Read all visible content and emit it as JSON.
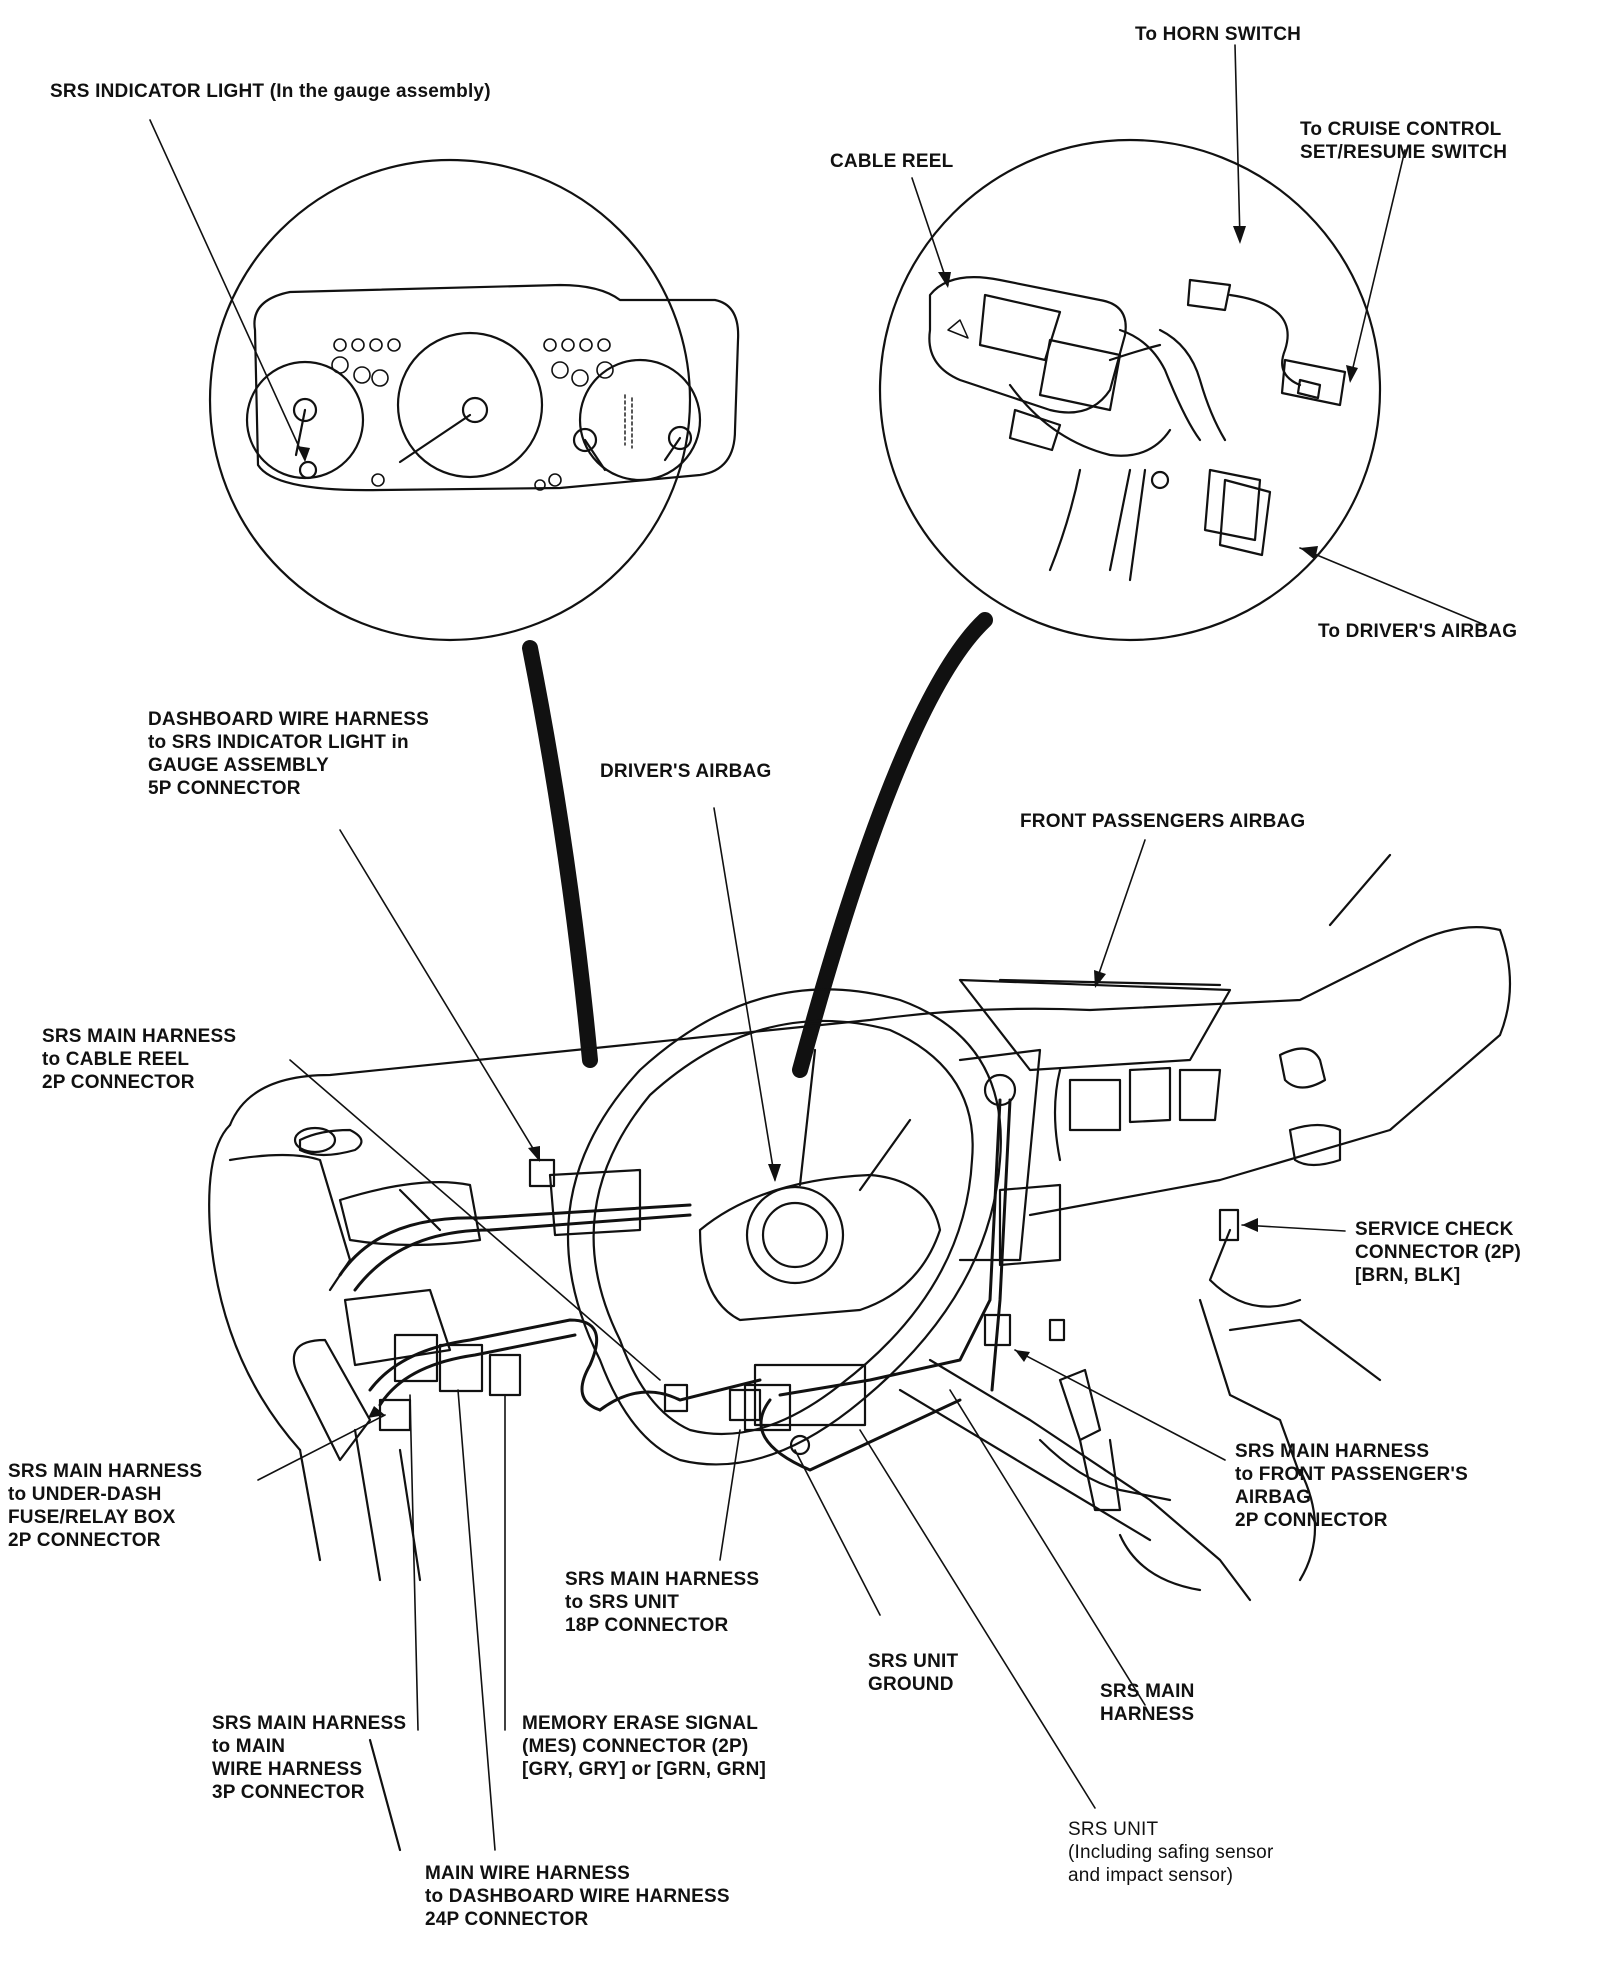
{
  "labels": {
    "srs_indicator_light": "SRS INDICATOR LIGHT (In the gauge assembly)",
    "to_horn_switch": "To HORN SWITCH",
    "to_cruise_control": "To CRUISE CONTROL\nSET/RESUME SWITCH",
    "cable_reel": "CABLE REEL",
    "to_drivers_airbag": "To DRIVER'S AIRBAG",
    "dashboard_harness_5p": "DASHBOARD WIRE HARNESS\nto SRS INDICATOR LIGHT in\nGAUGE ASSEMBLY\n5P CONNECTOR",
    "drivers_airbag": "DRIVER'S AIRBAG",
    "front_passengers_airbag": "FRONT PASSENGERS AIRBAG",
    "srs_main_cable_reel_2p": "SRS MAIN HARNESS\nto CABLE REEL\n2P CONNECTOR",
    "service_check_connector": "SERVICE CHECK\nCONNECTOR (2P)\n[BRN, BLK]",
    "srs_main_underdash_2p": "SRS MAIN HARNESS\nto UNDER-DASH\nFUSE/RELAY BOX\n2P CONNECTOR",
    "srs_main_front_passenger_2p": "SRS MAIN HARNESS\nto FRONT PASSENGER'S\nAIRBAG\n2P CONNECTOR",
    "srs_main_srs_unit_18p": "SRS MAIN HARNESS\nto SRS UNIT\n18P CONNECTOR",
    "srs_unit_ground": "SRS UNIT\nGROUND",
    "srs_main_harness": "SRS MAIN\nHARNESS",
    "srs_main_main_wire_3p": "SRS MAIN HARNESS\nto MAIN\nWIRE HARNESS\n3P CONNECTOR",
    "mes_connector": "MEMORY ERASE SIGNAL\n(MES) CONNECTOR (2P)\n[GRY, GRY] or [GRN, GRN]",
    "srs_unit": "SRS UNIT\n(Including safing sensor\nand impact sensor)",
    "main_to_dashboard_24p": "MAIN WIRE HARNESS\nto DASHBOARD WIRE HARNESS\n24P CONNECTOR"
  }
}
